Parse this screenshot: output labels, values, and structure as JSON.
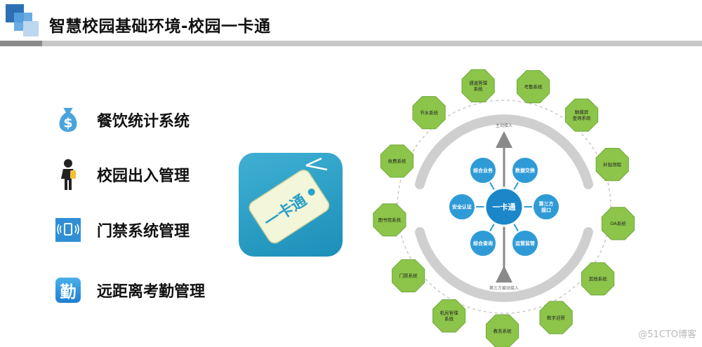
{
  "header": {
    "title": "智慧校园基础环境-校园一卡通"
  },
  "features": [
    {
      "icon": "money-bag-icon",
      "label": "餐饮统计系统"
    },
    {
      "icon": "student-icon",
      "label": "校园出入管理"
    },
    {
      "icon": "access-card-icon",
      "label": "门禁系统管理"
    },
    {
      "icon": "attendance-icon",
      "label": "远距离考勤管理",
      "glyph": "勤"
    }
  ],
  "card": {
    "text": "一卡通"
  },
  "diagram": {
    "center": "一卡通",
    "top_arrow_label": "主动接入",
    "bottom_arrow_label": "第三方被动接入",
    "inner": [
      "综合业务",
      "数据交换",
      "第三方\n接口",
      "运营监管",
      "综合查询",
      "安全认证"
    ],
    "outer": [
      "通道管理\n系统",
      "考勤系统",
      "触摸屏\n查询系统",
      "补贴领取",
      "OA系统",
      "其他系统",
      "数字迎新",
      "教务系统",
      "机房管理\n系统",
      "门禁系统",
      "图书馆系统",
      "收费系统",
      "节水系统"
    ],
    "colors": {
      "outer": "#8cc54a",
      "inner": "#2f9bd6",
      "center": "#1b87c9",
      "ring": "#cfcfcf"
    }
  },
  "watermark": "@51CTO博客"
}
